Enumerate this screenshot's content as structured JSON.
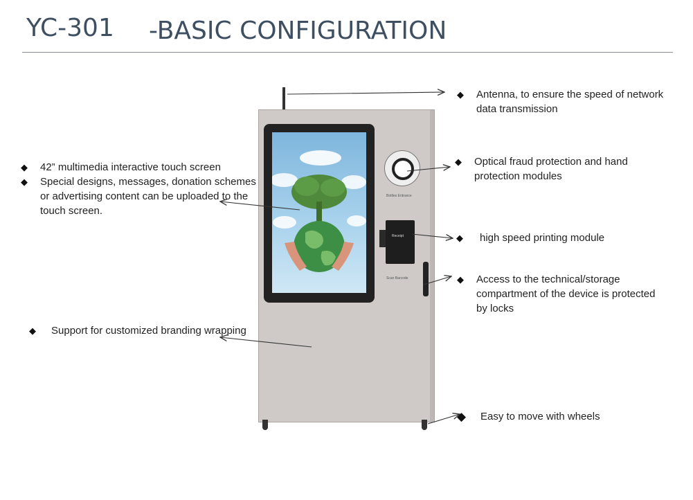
{
  "header": {
    "model": "YC-301",
    "title": "-BASIC CONFIGURATION"
  },
  "machine": {
    "sensor_label": "Bottles Entrance",
    "printer_label": "Receipt",
    "scanner_label": "Scan Barcode"
  },
  "callouts": {
    "antenna": {
      "line1": "Antenna, to ensure the speed of network",
      "line2": "data transmission"
    },
    "screen": {
      "bullet1": "42” multimedia interactive touch screen",
      "bullet2_line1": "Special designs, messages, donation schemes",
      "bullet2_line2": "or advertising content can be uploaded to the",
      "bullet2_line3": "touch screen."
    },
    "optical": {
      "line1": "Optical fraud protection and hand",
      "line2": "protection modules"
    },
    "printer": {
      "line1": "high speed printing module"
    },
    "access": {
      "line1": "Access to the technical/storage",
      "line2": "compartment of the device is protected",
      "line3": "by locks"
    },
    "branding": {
      "line1": "Support for customized branding wrapping"
    },
    "wheels": {
      "line1": "Easy to move with wheels"
    }
  },
  "icons": {
    "bullet": "diamond-bullet-icon"
  },
  "colors": {
    "title": "#3f4f62",
    "machine_body": "#cfcac7",
    "screen_sky": "#a8d2ec",
    "bezel": "#222222"
  }
}
